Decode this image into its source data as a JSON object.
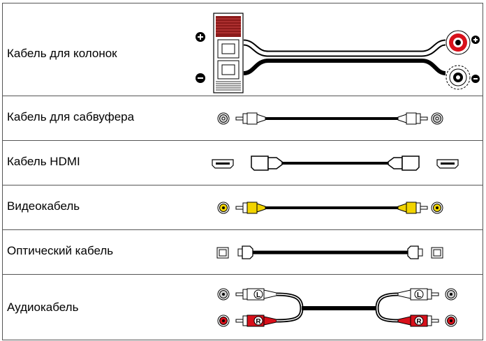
{
  "rows": [
    {
      "label": "Кабель для колонок"
    },
    {
      "label": "Кабель для сабвуфера"
    },
    {
      "label": "Кабель HDMI"
    },
    {
      "label": "Видеокабель"
    },
    {
      "label": "Оптический кабель"
    },
    {
      "label": "Аудиокабель"
    }
  ],
  "icons": {
    "plus": "plus-icon",
    "minus": "minus-icon",
    "left_channel_letter": "L",
    "right_channel_letter": "R"
  },
  "colors": {
    "red": "#d8101a",
    "yellow": "#f2d400",
    "grey": "#cfcfcf",
    "dark_red": "#8b1a1a",
    "black": "#111111"
  }
}
